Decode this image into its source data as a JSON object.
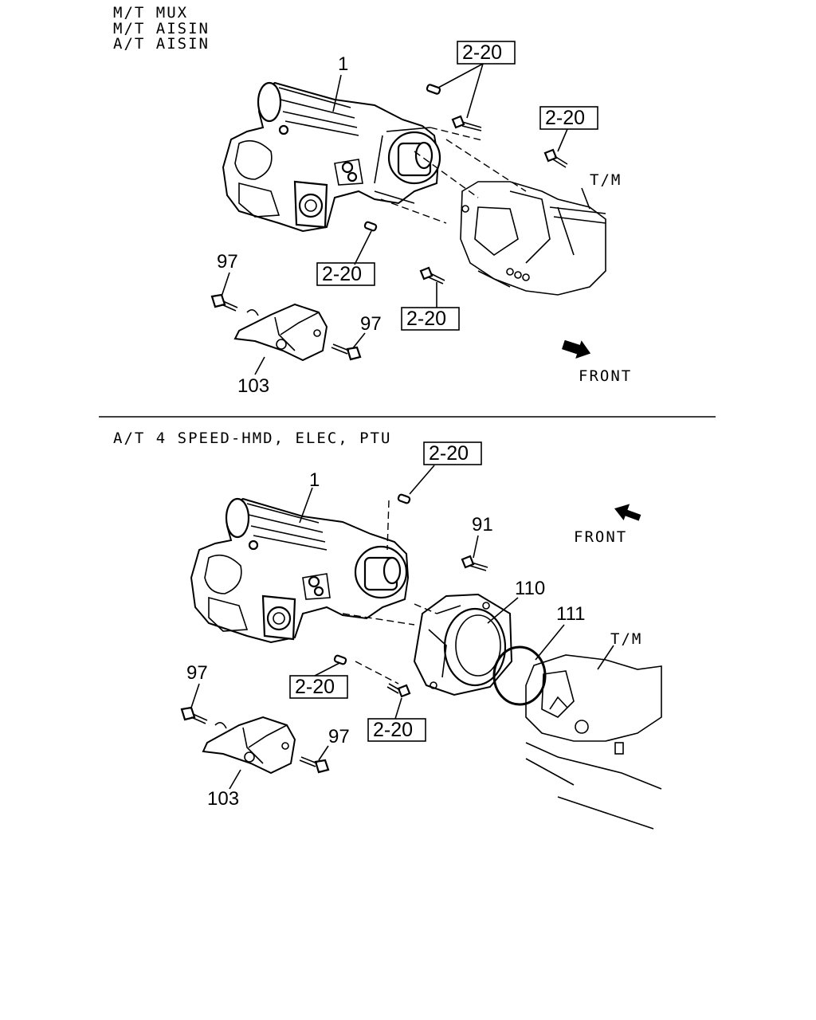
{
  "top_section": {
    "header_lines": [
      "M/T MUX",
      "M/T AISIN",
      "A/T AISIN"
    ],
    "callouts": {
      "part_1": "1",
      "ref_a": "2-20",
      "ref_b": "2-20",
      "ref_c": "2-20",
      "ref_d": "2-20",
      "part_97_a": "97",
      "part_97_b": "97",
      "part_103": "103",
      "tm_label": "T/M",
      "front_label": "FRONT"
    }
  },
  "bottom_section": {
    "header": "A/T 4 SPEED-HMD, ELEC, PTU",
    "callouts": {
      "ref_a": "2-20",
      "part_1": "1",
      "part_91": "91",
      "front_label": "FRONT",
      "part_110": "110",
      "part_111": "111",
      "tm_label": "T/M",
      "part_97_a": "97",
      "ref_b": "2-20",
      "ref_c": "2-20",
      "part_97_b": "97",
      "part_103": "103"
    }
  }
}
